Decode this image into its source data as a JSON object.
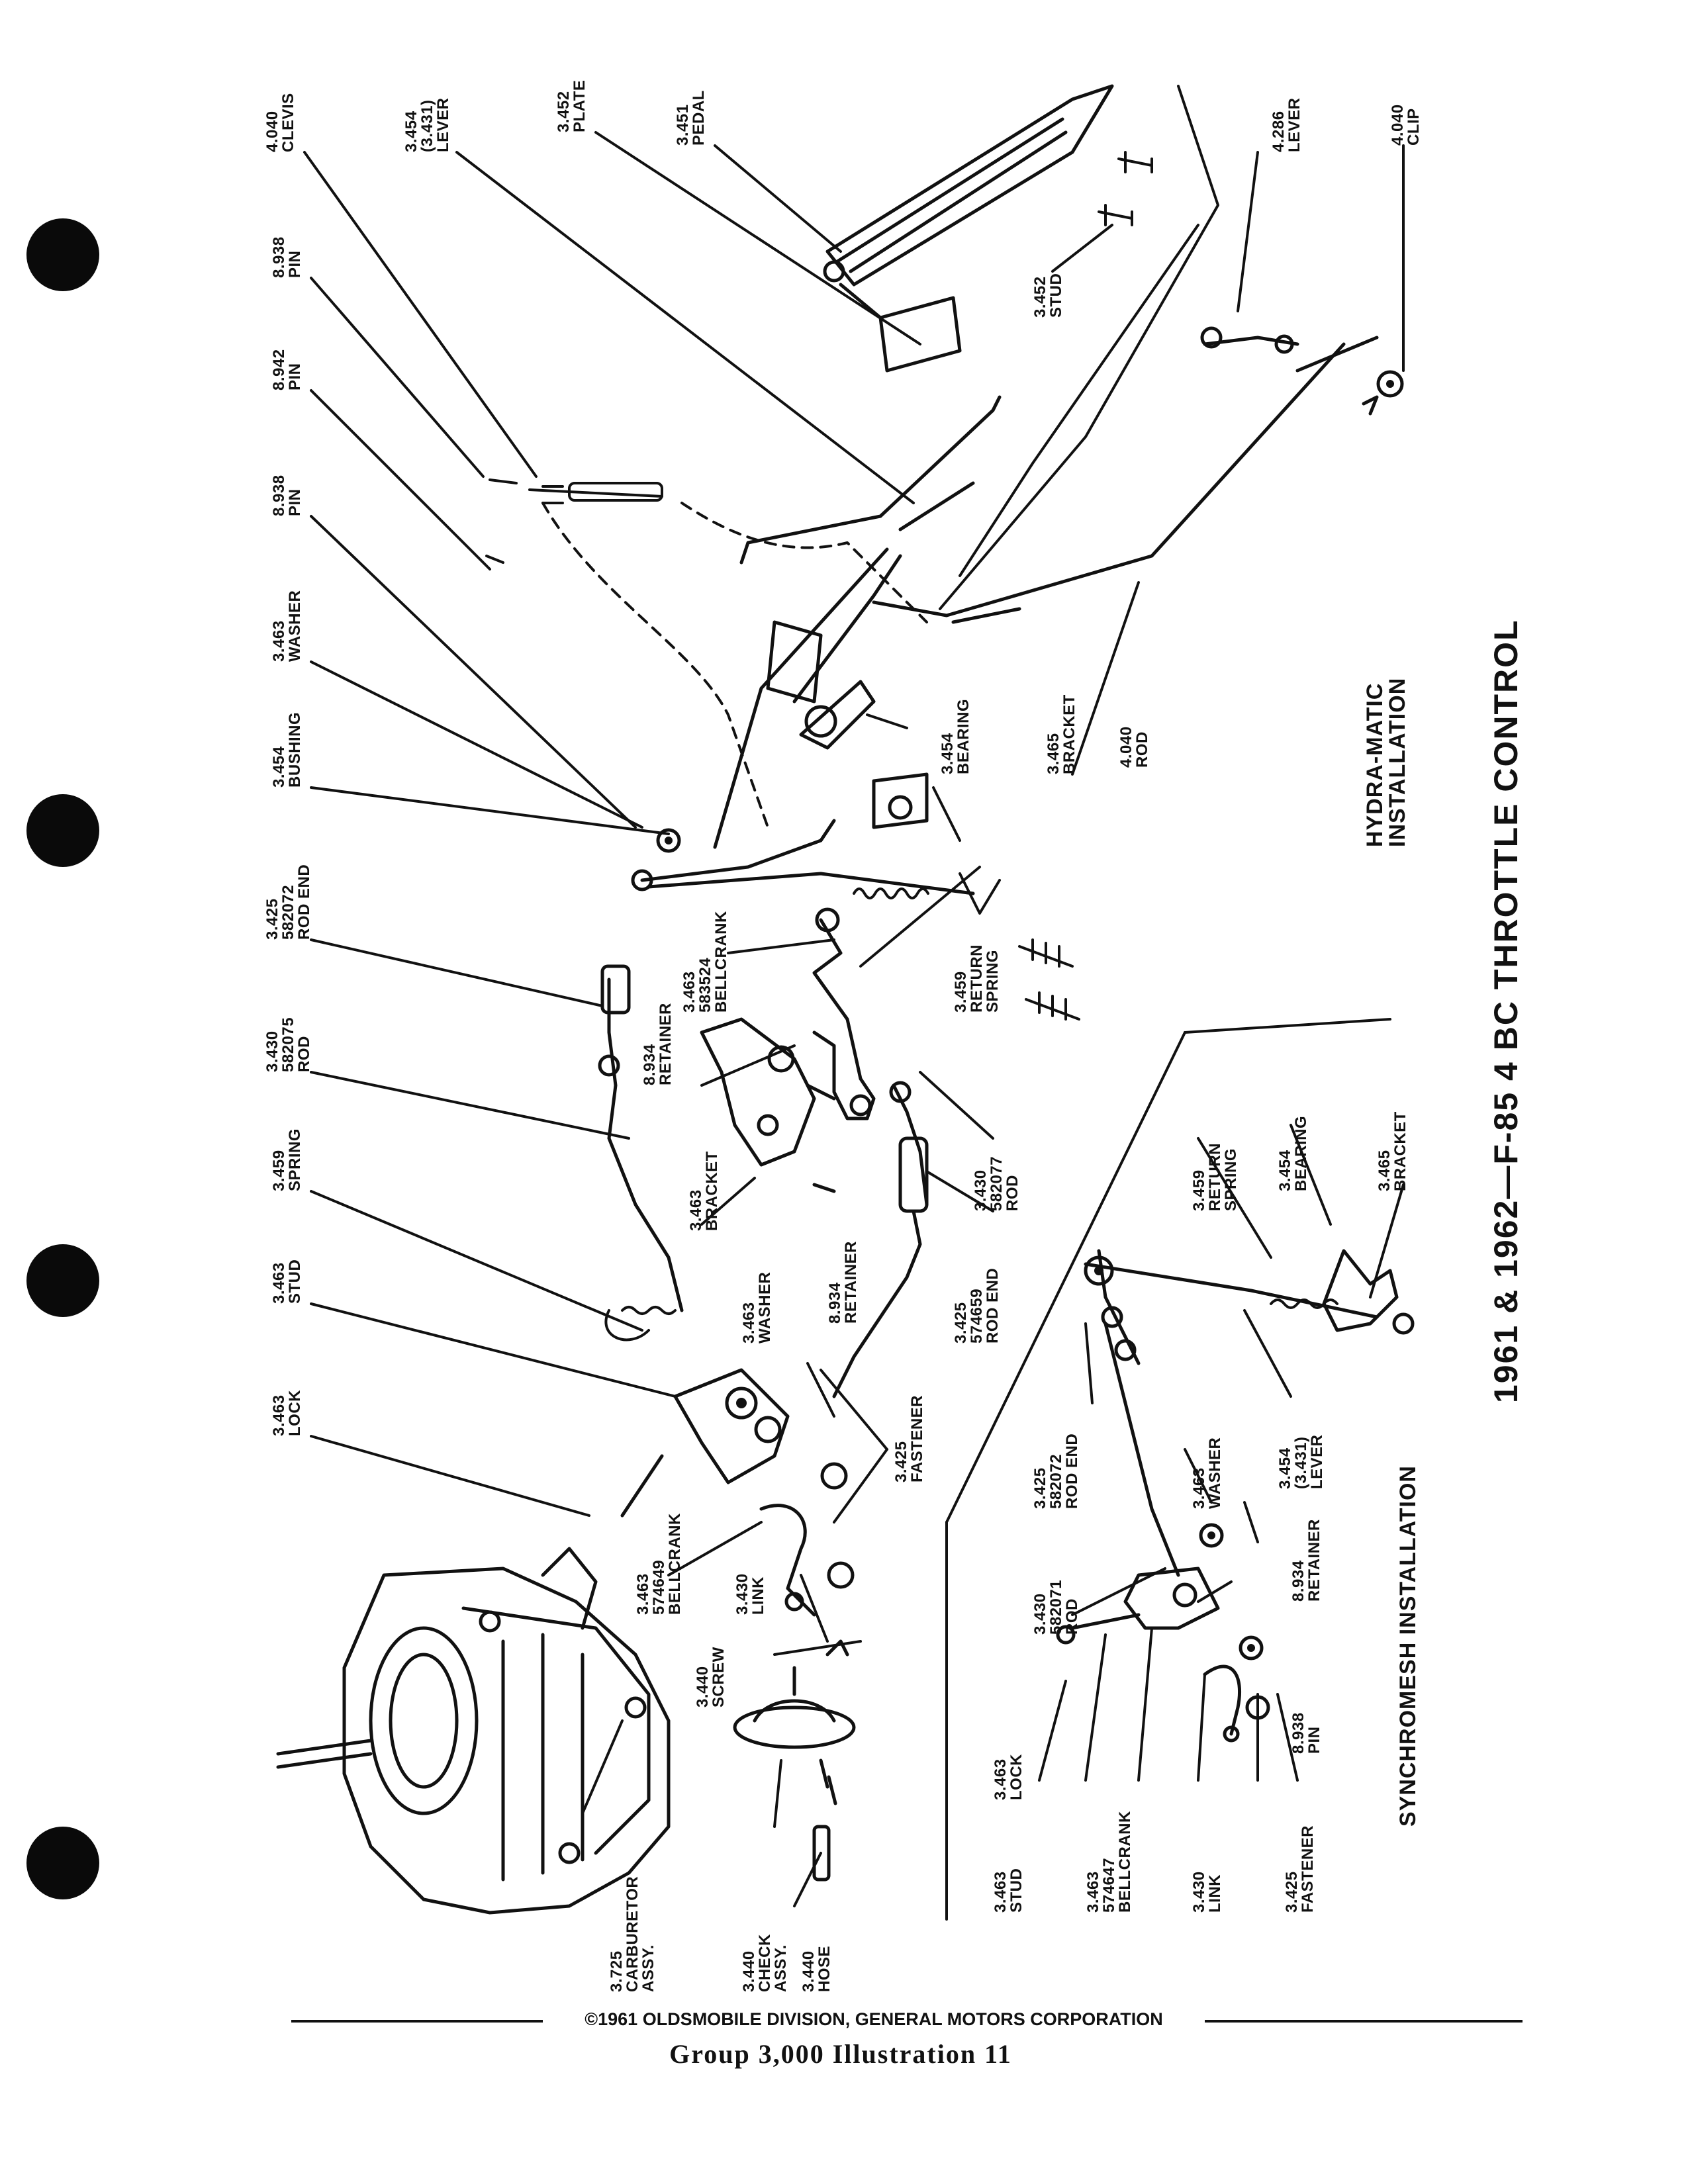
{
  "title": "1961 & 1962—F-85 4 BC THROTTLE CONTROL",
  "sections": {
    "hydramatic": "HYDRA-MATIC\nINSTALLATION",
    "synchromesh": "SYNCHROMESH INSTALLATION"
  },
  "callouts": {
    "clevis": "4.040\nCLEVIS",
    "lever_top": "3.454\n(3.431)\nLEVER",
    "plate": "3.452\nPLATE",
    "pedal": "3.451\nPEDAL",
    "lever_4286": "4.286\nLEVER",
    "clip": "4.040\nCLIP",
    "pin_8938_a": "8.938\nPIN",
    "pin_8942": "8.942\nPIN",
    "pin_8938_b": "8.938\nPIN",
    "washer_top": "3.463\nWASHER",
    "bushing": "3.454\nBUSHING",
    "rod_end_582072": "3.425\n582072\nROD END",
    "rod_582075": "3.430\n582075\nROD",
    "spring": "3.459\nSPRING",
    "stud": "3.463\nSTUD",
    "lock": "3.463\nLOCK",
    "stud_3452": "3.452\nSTUD",
    "bearing_hm": "3.454\nBEARING",
    "bracket_hm": "3.465\nBRACKET",
    "rod_4040": "4.040\nROD",
    "bellcrank_583524": "3.463\n583524\nBELLCRANK",
    "return_spring_hm": "3.459\nRETURN\nSPRING",
    "retainer_mid": "8.934\nRETAINER",
    "bracket_3463": "3.463\nBRACKET",
    "washer_mid": "3.463\nWASHER",
    "retainer_low": "8.934\nRETAINER",
    "rod_582077": "3.430\n582077\nROD",
    "rod_end_574659": "3.425\n574659\nROD END",
    "fastener_top": "3.425\nFASTENER",
    "bellcrank_574649": "3.463\n574649\nBELLCRANK",
    "link_top": "3.430\nLINK",
    "screw": "3.440\nSCREW",
    "carburetor": "3.725\nCARBURETOR\nASSY.",
    "check": "3.440\nCHECK\nASSY.",
    "hose": "3.440\nHOSE",
    "return_spring_sm": "3.459\nRETURN\nSPRING",
    "bearing_sm": "3.454\nBEARING",
    "bracket_sm": "3.465\nBRACKET",
    "lever_sm": "3.454\n(3.431)\nLEVER",
    "rod_end_sm": "3.425\n582072\nROD END",
    "washer_sm": "3.463\nWASHER",
    "retainer_sm": "8.934\nRETAINER",
    "pin_sm": "8.938\nPIN",
    "rod_582071": "3.430\n582071\nROD",
    "lock_sm": "3.463\nLOCK",
    "stud_sm": "3.463\nSTUD",
    "bellcrank_574647": "3.463\n574647\nBELLCRANK",
    "link_sm": "3.430\nLINK",
    "fastener_sm": "3.425\nFASTENER"
  },
  "footer": {
    "copyright": "©1961 OLDSMOBILE DIVISION, GENERAL MOTORS CORPORATION",
    "group": "Group  3,000   Illustration 11"
  }
}
